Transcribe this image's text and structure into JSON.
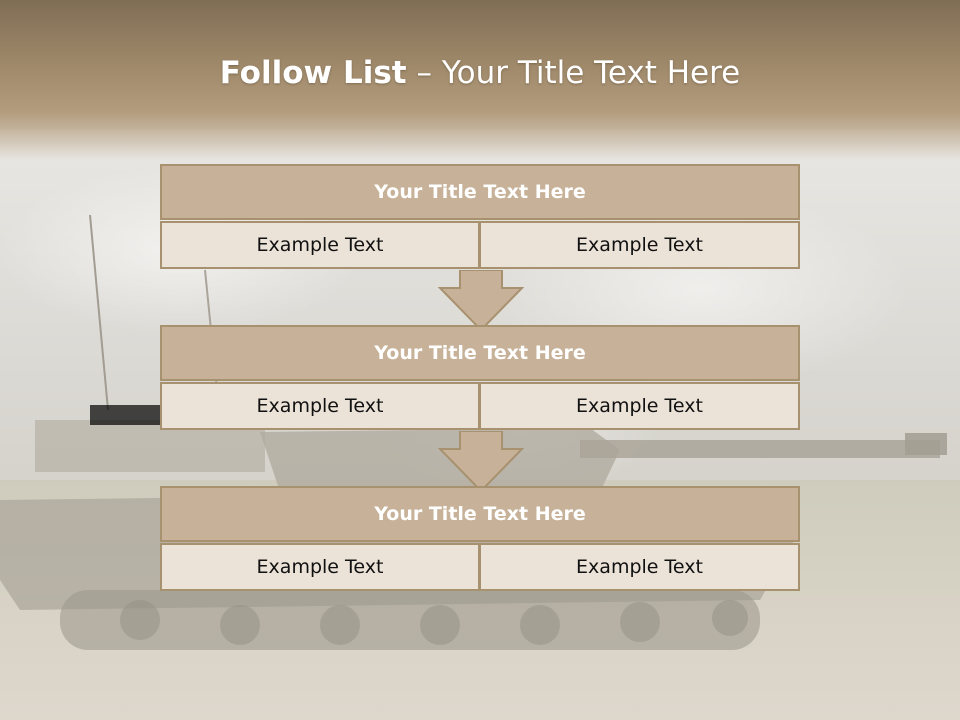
{
  "title": {
    "bold": "Follow List",
    "rest": " – Your Title Text Here"
  },
  "steps": [
    {
      "heading": "Your Title Text Here",
      "left": "Example Text",
      "right": "Example Text"
    },
    {
      "heading": "Your Title Text Here",
      "left": "Example Text",
      "right": "Example Text"
    },
    {
      "heading": "Your Title Text Here",
      "left": "Example Text",
      "right": "Example Text"
    }
  ],
  "colors": {
    "header": "#9b8567",
    "box_title": "#c7b299",
    "box_border": "#a8916f",
    "cell": "#ebe2d8",
    "arrow": "#c7b299"
  }
}
